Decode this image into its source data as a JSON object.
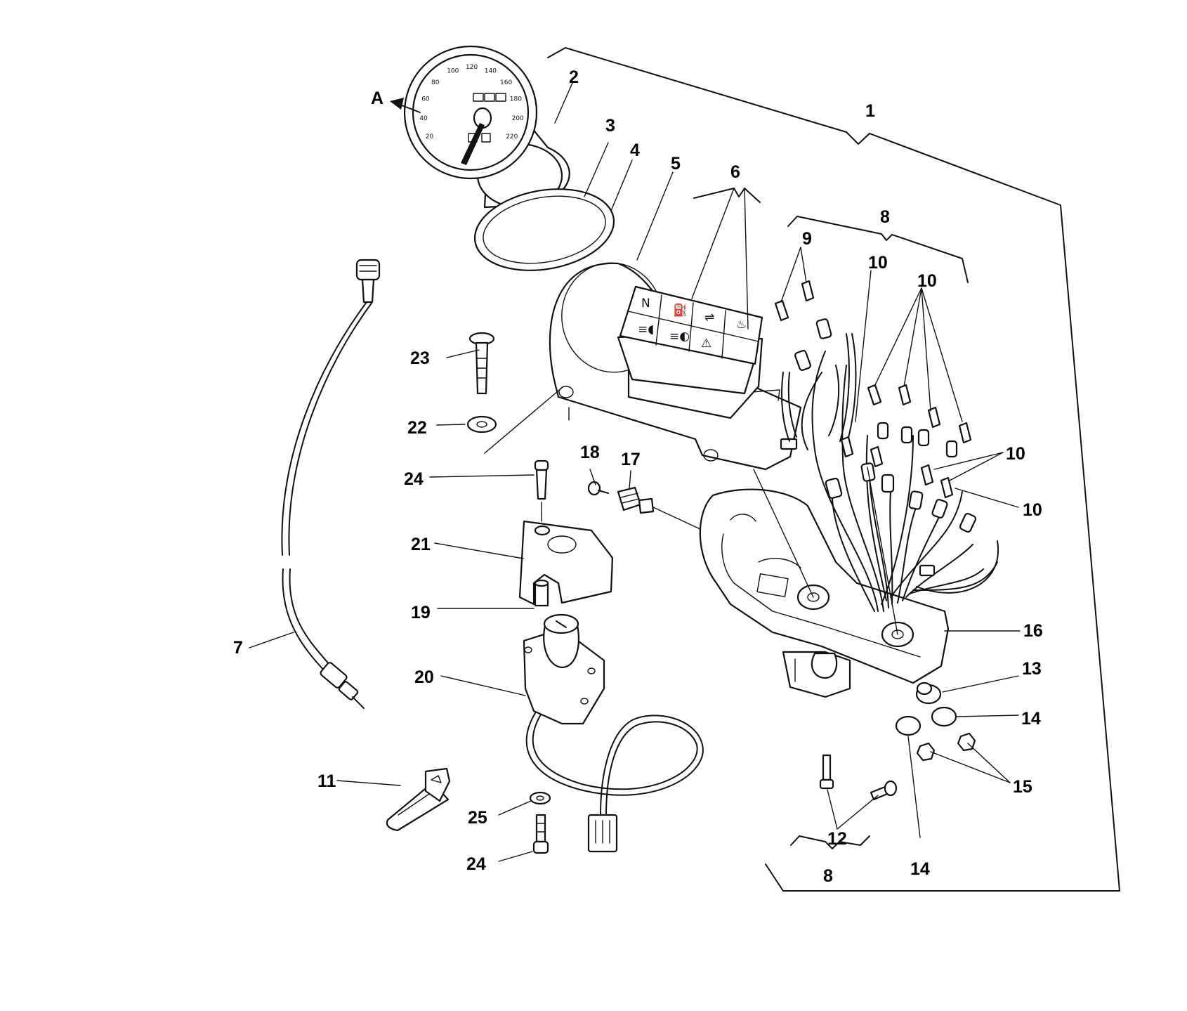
{
  "diagram": {
    "callouts": [
      "1",
      "2",
      "3",
      "4",
      "5",
      "6",
      "7",
      "8",
      "9",
      "10",
      "11",
      "12",
      "13",
      "14",
      "15",
      "16",
      "17",
      "18",
      "19",
      "20",
      "21",
      "22",
      "23",
      "24",
      "25"
    ],
    "view_marker": "A",
    "indicator_glyphs": [
      "N",
      "⛽",
      "⇌",
      "♨",
      "≡◖",
      "≡◐",
      "⚠",
      ""
    ],
    "speedo_numbers": [
      "20",
      "40",
      "60",
      "80",
      "100",
      "120",
      "140",
      "160",
      "180",
      "200",
      "220"
    ]
  }
}
